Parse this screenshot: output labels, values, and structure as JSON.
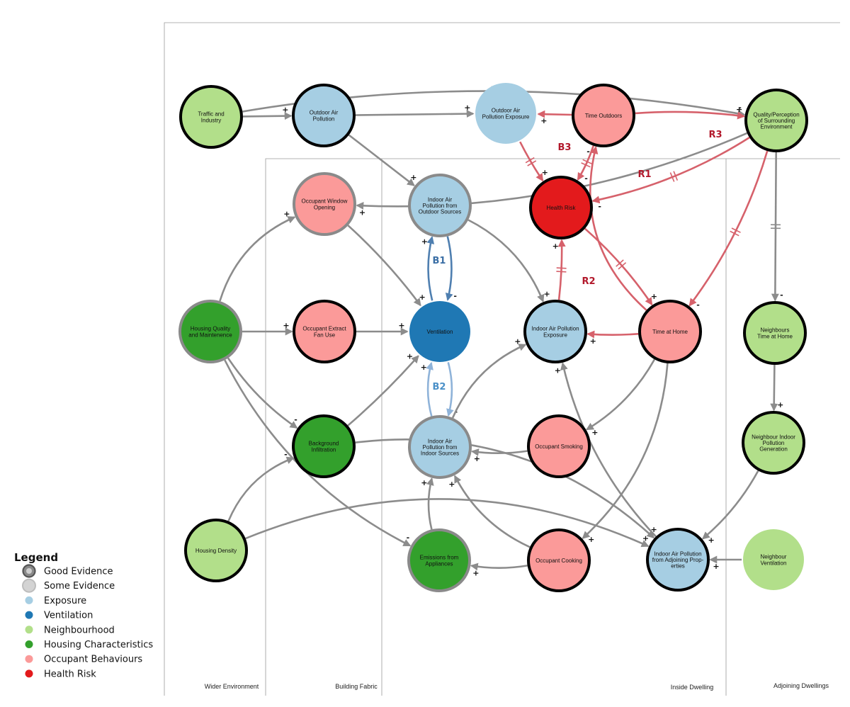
{
  "colors": {
    "exposure": "#a6cee3",
    "ventilation": "#1f78b4",
    "neighbourhood": "#b2df8a",
    "housing": "#33a02c",
    "occupant": "#fb9a99",
    "health": "#e31a1c",
    "edge_grey": "#8c8c8c",
    "edge_red": "#d6616b",
    "edge_blue_dark": "#4f7fb0",
    "edge_blue_light": "#8fb3d9",
    "loop_red": "#b2182b",
    "loop_blue_dark": "#3a6ea5",
    "loop_blue_light": "#4a90c8"
  },
  "regions": [
    "Wider Environment",
    "Building Fabric",
    "Inside Dwelling",
    "Adjoining Dwellings"
  ],
  "nodes": [
    {
      "id": "traffic",
      "lines": [
        "Traffic and",
        "Industry"
      ],
      "cat": "neighbourhood",
      "ev": "good"
    },
    {
      "id": "outdoor_air",
      "lines": [
        "Outdoor Air",
        "Pollution"
      ],
      "cat": "exposure",
      "ev": "good"
    },
    {
      "id": "outdoor_exp",
      "lines": [
        "Outdoor Air",
        "Pollution Exposure"
      ],
      "cat": "exposure",
      "ev": "none"
    },
    {
      "id": "time_out",
      "lines": [
        "Time Outdoors"
      ],
      "cat": "occupant",
      "ev": "good"
    },
    {
      "id": "quality",
      "lines": [
        "Quality/Perception",
        "of Surrounding",
        "Environment"
      ],
      "cat": "neighbourhood",
      "ev": "good"
    },
    {
      "id": "window",
      "lines": [
        "Occupant Window",
        "Opening"
      ],
      "cat": "occupant",
      "ev": "some"
    },
    {
      "id": "iap_out",
      "lines": [
        "Indoor Air",
        "Pollution from",
        "Outdoor Sources"
      ],
      "cat": "exposure",
      "ev": "some"
    },
    {
      "id": "health",
      "lines": [
        "Health Risk"
      ],
      "cat": "health",
      "ev": "good"
    },
    {
      "id": "housing_q",
      "lines": [
        "Housing Quality",
        "and Maintenence"
      ],
      "cat": "housing",
      "ev": "some"
    },
    {
      "id": "fan",
      "lines": [
        "Occupant Extract",
        "Fan Use"
      ],
      "cat": "occupant",
      "ev": "good"
    },
    {
      "id": "ventilation",
      "lines": [
        "Ventilation"
      ],
      "cat": "ventilation",
      "ev": "none"
    },
    {
      "id": "iap_exp",
      "lines": [
        "Indoor Air Pollution",
        "Exposure"
      ],
      "cat": "exposure",
      "ev": "good"
    },
    {
      "id": "time_home",
      "lines": [
        "Time at Home"
      ],
      "cat": "occupant",
      "ev": "good"
    },
    {
      "id": "n_time",
      "lines": [
        "Neighbours",
        "Time at Home"
      ],
      "cat": "neighbourhood",
      "ev": "good"
    },
    {
      "id": "background",
      "lines": [
        "Background",
        "Infiltration"
      ],
      "cat": "housing",
      "ev": "good"
    },
    {
      "id": "iap_in",
      "lines": [
        "Indoor Air",
        "Pollution from",
        "Indoor Sources"
      ],
      "cat": "exposure",
      "ev": "some"
    },
    {
      "id": "smoking",
      "lines": [
        "Occupant Smoking"
      ],
      "cat": "occupant",
      "ev": "good"
    },
    {
      "id": "n_gen",
      "lines": [
        "Neighbour Indoor",
        "Pollution",
        "Generation"
      ],
      "cat": "neighbourhood",
      "ev": "good"
    },
    {
      "id": "density",
      "lines": [
        "Housing Density"
      ],
      "cat": "neighbourhood",
      "ev": "good"
    },
    {
      "id": "emissions",
      "lines": [
        "Emissions from",
        "Appliances"
      ],
      "cat": "housing",
      "ev": "some"
    },
    {
      "id": "cooking",
      "lines": [
        "Occupant Cooking"
      ],
      "cat": "occupant",
      "ev": "good"
    },
    {
      "id": "iap_adj",
      "lines": [
        "Indoor Air Pollution",
        "from Adjoining Prop-",
        "erties"
      ],
      "cat": "exposure",
      "ev": "good"
    },
    {
      "id": "n_vent",
      "lines": [
        "Neighbour",
        "Ventilation"
      ],
      "cat": "neighbourhood",
      "ev": "none"
    }
  ],
  "edges": [
    {
      "from": "traffic",
      "to": "outdoor_air",
      "sign": "+",
      "color": "grey"
    },
    {
      "from": "traffic",
      "to": "quality",
      "sign": "-",
      "color": "grey",
      "delay": true
    },
    {
      "from": "outdoor_air",
      "to": "outdoor_exp",
      "sign": "+",
      "color": "grey"
    },
    {
      "from": "outdoor_air",
      "to": "iap_out",
      "sign": "+",
      "color": "grey"
    },
    {
      "from": "quality",
      "to": "window",
      "sign": "+",
      "color": "grey",
      "delay": true
    },
    {
      "from": "time_out",
      "to": "outdoor_exp",
      "sign": "+",
      "color": "red"
    },
    {
      "from": "time_out",
      "to": "quality",
      "sign": "+",
      "color": "red"
    },
    {
      "from": "outdoor_exp",
      "to": "health",
      "sign": "+",
      "color": "red",
      "delay": true
    },
    {
      "from": "time_out",
      "to": "health",
      "sign": "-",
      "color": "red",
      "delay": true
    },
    {
      "from": "quality",
      "to": "health",
      "sign": "-",
      "color": "red",
      "delay": true
    },
    {
      "from": "quality",
      "to": "time_home",
      "sign": "-",
      "color": "red",
      "delay": true
    },
    {
      "from": "quality",
      "to": "n_time",
      "sign": "-",
      "color": "grey",
      "delay": true
    },
    {
      "from": "time_home",
      "to": "time_out",
      "sign": "-",
      "color": "red"
    },
    {
      "from": "health",
      "to": "time_home",
      "sign": "+",
      "color": "red",
      "delay": true
    },
    {
      "from": "iap_exp",
      "to": "health",
      "sign": "+",
      "color": "red",
      "delay": true
    },
    {
      "from": "time_home",
      "to": "iap_exp",
      "sign": "+",
      "color": "red"
    },
    {
      "from": "iap_out",
      "to": "ventilation",
      "sign": "-",
      "color": "blue_dark"
    },
    {
      "from": "ventilation",
      "to": "iap_out",
      "sign": "+",
      "color": "blue_dark"
    },
    {
      "from": "iap_out",
      "to": "iap_exp",
      "sign": "+",
      "color": "grey"
    },
    {
      "from": "window",
      "to": "ventilation",
      "sign": "+",
      "color": "grey"
    },
    {
      "from": "housing_q",
      "to": "window",
      "sign": "+",
      "color": "grey"
    },
    {
      "from": "housing_q",
      "to": "fan",
      "sign": "+",
      "color": "grey"
    },
    {
      "from": "fan",
      "to": "ventilation",
      "sign": "+",
      "color": "grey"
    },
    {
      "from": "housing_q",
      "to": "background",
      "sign": "-",
      "color": "grey"
    },
    {
      "from": "housing_q",
      "to": "emissions",
      "sign": "-",
      "color": "grey"
    },
    {
      "from": "background",
      "to": "ventilation",
      "sign": "+",
      "color": "grey"
    },
    {
      "from": "density",
      "to": "background",
      "sign": "-",
      "color": "grey"
    },
    {
      "from": "ventilation",
      "to": "iap_in",
      "sign": "-",
      "color": "blue_light"
    },
    {
      "from": "iap_in",
      "to": "ventilation",
      "sign": "+",
      "color": "blue_light"
    },
    {
      "from": "iap_in",
      "to": "iap_exp",
      "sign": "+",
      "color": "grey"
    },
    {
      "from": "smoking",
      "to": "iap_in",
      "sign": "+",
      "color": "grey"
    },
    {
      "from": "time_home",
      "to": "smoking",
      "sign": "+",
      "color": "grey"
    },
    {
      "from": "time_home",
      "to": "cooking",
      "sign": "+",
      "color": "grey"
    },
    {
      "from": "emissions",
      "to": "iap_in",
      "sign": "+",
      "color": "grey"
    },
    {
      "from": "cooking",
      "to": "iap_in",
      "sign": "+",
      "color": "grey"
    },
    {
      "from": "cooking",
      "to": "emissions",
      "sign": "+",
      "color": "grey"
    },
    {
      "from": "n_time",
      "to": "n_gen",
      "sign": "+",
      "color": "grey"
    },
    {
      "from": "n_gen",
      "to": "iap_adj",
      "sign": "+",
      "color": "grey"
    },
    {
      "from": "n_vent",
      "to": "iap_adj",
      "sign": "+",
      "color": "grey"
    },
    {
      "from": "iap_adj",
      "to": "iap_exp",
      "sign": "+",
      "color": "grey"
    },
    {
      "from": "background",
      "to": "iap_adj",
      "sign": "+",
      "color": "grey"
    },
    {
      "from": "density",
      "to": "iap_adj",
      "sign": "+",
      "color": "grey"
    }
  ],
  "loops": [
    {
      "label": "R3",
      "color": "loop_red"
    },
    {
      "label": "B3",
      "color": "loop_red"
    },
    {
      "label": "R1",
      "color": "loop_red"
    },
    {
      "label": "R2",
      "color": "loop_red"
    },
    {
      "label": "B1",
      "color": "loop_blue_dark"
    },
    {
      "label": "B2",
      "color": "loop_blue_light"
    }
  ],
  "legend": {
    "title": "Legend",
    "items": [
      {
        "label": "Good Evidence",
        "kind": "good"
      },
      {
        "label": "Some Evidence",
        "kind": "some"
      },
      {
        "label": "Exposure",
        "kind": "exposure"
      },
      {
        "label": "Ventilation",
        "kind": "ventilation"
      },
      {
        "label": "Neighbourhood",
        "kind": "neighbourhood"
      },
      {
        "label": "Housing Characteristics",
        "kind": "housing"
      },
      {
        "label": "Occupant Behaviours",
        "kind": "occupant"
      },
      {
        "label": "Health Risk",
        "kind": "health"
      }
    ]
  }
}
